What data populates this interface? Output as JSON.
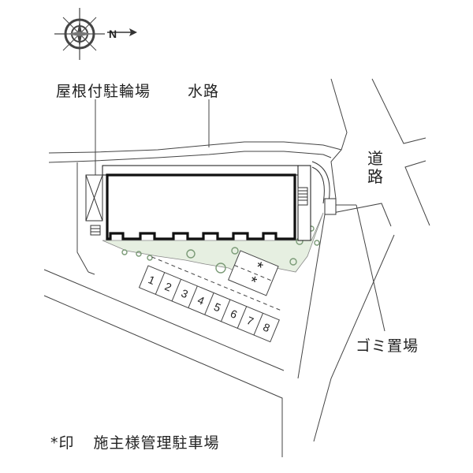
{
  "labels": {
    "covered_bicycle_parking": "屋根付駐輪場",
    "waterway": "水路",
    "road": "道路",
    "garbage_area": "ゴミ置場"
  },
  "compass": {
    "north_letter": "N",
    "north_direction": "right"
  },
  "parking_spaces": [
    "1",
    "2",
    "3",
    "4",
    "5",
    "6",
    "7",
    "8"
  ],
  "owner_spaces": [
    "*",
    "*"
  ],
  "legend": {
    "symbol": "*印",
    "text": "施主様管理駐車場"
  },
  "colors": {
    "line": "#444444",
    "green": "#e6efe1",
    "shrub": "#8fa98a"
  }
}
